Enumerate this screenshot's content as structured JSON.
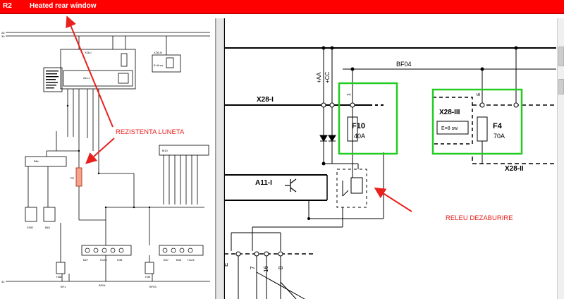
{
  "titlebar": {
    "code": "R2",
    "name": "Heated rear window"
  },
  "annotations": {
    "rezistenta": "REZISTENTA LUNETA",
    "releu": "RELEU DEZABURIRE"
  },
  "colors": {
    "title_bg": "#ff0000",
    "annotation": "#e8211d",
    "highlight": "#22cc22"
  },
  "left_schematic": {
    "edge_top": "26",
    "edge_mid": "30",
    "edge_bottom": "31",
    "x28i": "X28-I",
    "x28iii": "X28-III",
    "a11": "A11-I",
    "r2": "R2",
    "e8sw": "E=8 sw",
    "b8x": "B8x",
    "m10": "M10",
    "s392": "S392",
    "b62": "B62",
    "b27": "B27",
    "h120": "H120",
    "h38": "H38",
    "b37": "B37",
    "b36": "B36",
    "h124": "H124",
    "h48": "H48",
    "h49": "H49",
    "bot1": "BF1",
    "bot2": "BF04",
    "bot3": "BF03"
  },
  "right_schematic": {
    "x28i": "X28-I",
    "x28iii": "X28-III",
    "x28ii": "X28-II",
    "a11": "A11-I",
    "bf04": "BF04",
    "aa": "+AA",
    "cc": "+CC",
    "f10": "F10",
    "f10_rating": "40A",
    "f4": "F4",
    "f4_rating": "70A",
    "e8sw": "E=8 sw",
    "pin1": "1",
    "pin_e": "E",
    "bot_e": "E",
    "bot_7": "7",
    "bot_16": "16",
    "bot_8": "8"
  }
}
